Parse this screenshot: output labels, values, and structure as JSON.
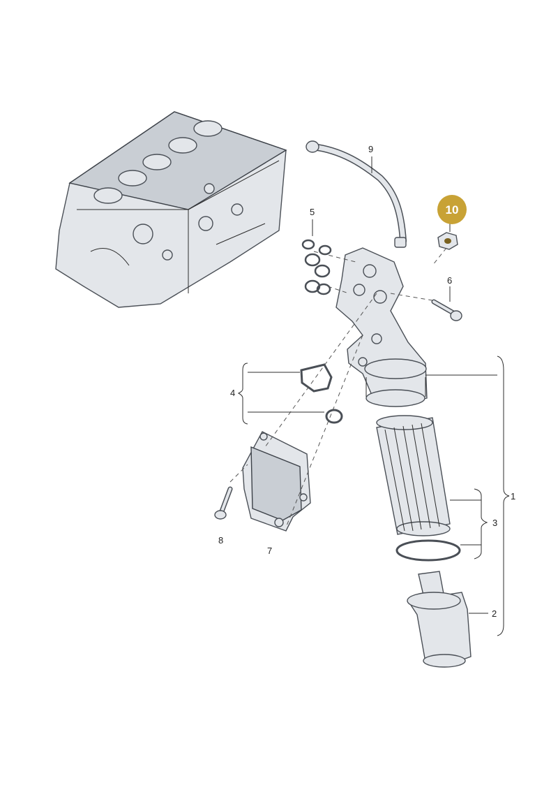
{
  "callouts": {
    "c1": "1",
    "c2": "2",
    "c3": "3",
    "c4": "4",
    "c5": "5",
    "c6": "6",
    "c7": "7",
    "c8": "8",
    "c9": "9",
    "c10": "10"
  },
  "colors": {
    "highlight_badge": "#c8a235",
    "part_fill": "#e3e6ea",
    "part_stroke": "#4a4f56"
  }
}
